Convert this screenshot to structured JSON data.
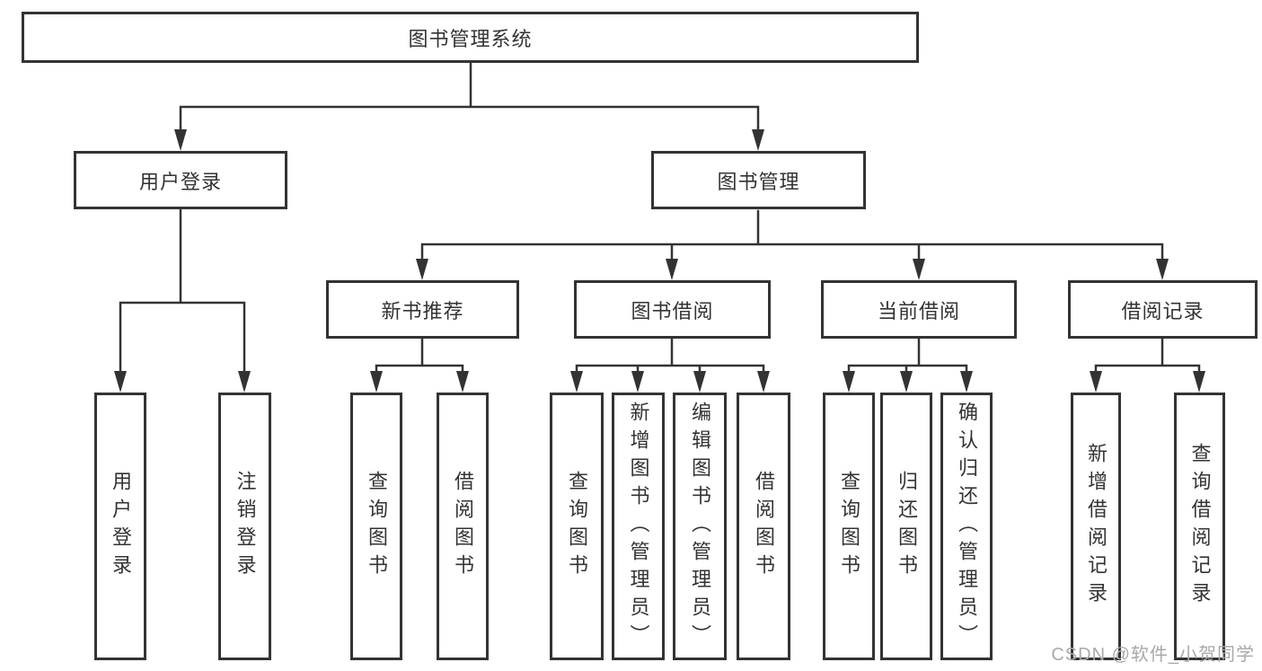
{
  "tree": {
    "root": "图书管理系统",
    "user_branch": {
      "label": "用户登录",
      "children": [
        "用户登录",
        "注销登录"
      ]
    },
    "mgmt_branch": {
      "label": "图书管理",
      "groups": [
        {
          "label": "新书推荐",
          "children": [
            "查询图书",
            "借阅图书"
          ]
        },
        {
          "label": "图书借阅",
          "children": [
            "查询图书",
            "新增图书（管理员）",
            "编辑图书（管理员）",
            "借阅图书"
          ]
        },
        {
          "label": "当前借阅",
          "children": [
            "查询图书",
            "归还图书",
            "确认归还（管理员）"
          ]
        },
        {
          "label": "借阅记录",
          "children": [
            "新增借阅记录",
            "查询借阅记录"
          ]
        }
      ]
    }
  },
  "watermark": "CSDN @软件_小贺同学",
  "colors": {
    "line": "#333333",
    "text": "#333333",
    "watermark": "#a9a9a9",
    "background": "#ffffff"
  }
}
